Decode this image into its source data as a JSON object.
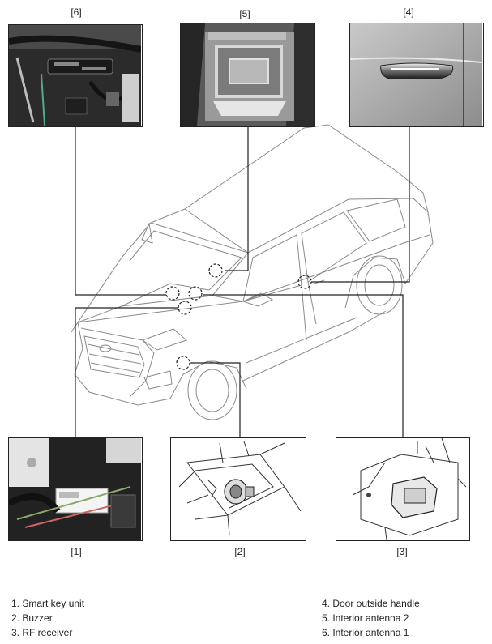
{
  "callouts": {
    "c1": "[1]",
    "c2": "[2]",
    "c3": "[3]",
    "c4": "[4]",
    "c5": "[5]",
    "c6": "[6]"
  },
  "legend": {
    "left": [
      "1. Smart key unit",
      "2. Buzzer",
      "3. RF receiver"
    ],
    "right": [
      "4. Door outside handle",
      "5. Interior antenna 2",
      "6. Interior antenna 1"
    ]
  },
  "colors": {
    "line": "#222222",
    "car_outline": "#9a9a9a"
  }
}
